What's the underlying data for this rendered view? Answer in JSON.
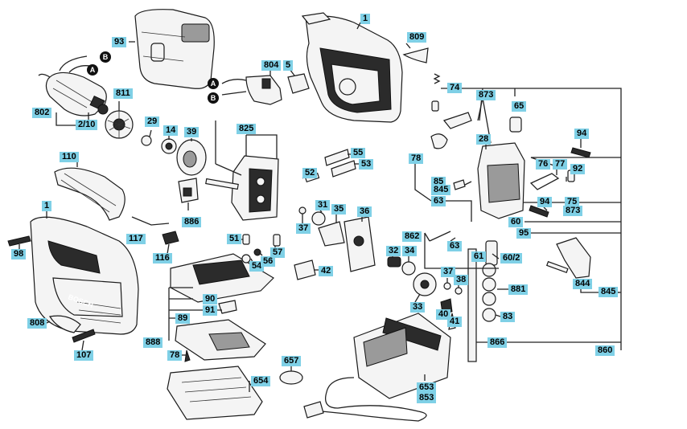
{
  "diagram": {
    "callouts": {
      "c93": "93",
      "c1_top": "1",
      "c809": "809",
      "c804": "804",
      "c5": "5",
      "c74": "74",
      "c873_a": "873",
      "c65": "65",
      "c802": "802",
      "c2_10": "2/10",
      "c811": "811",
      "c29": "29",
      "c14": "14",
      "c39": "39",
      "c825": "825",
      "c28": "28",
      "c94_a": "94",
      "c78_a": "78",
      "c55": "55",
      "c53": "53",
      "c52": "52",
      "c76": "76",
      "c77": "77",
      "c92": "92",
      "c110": "110",
      "c85": "85",
      "c845_a": "845",
      "c63_a": "63",
      "c75": "75",
      "c873_b": "873",
      "c94_b": "94",
      "c31": "31",
      "c35": "35",
      "c36": "36",
      "c37_a": "37",
      "c886": "886",
      "c1_left": "1",
      "c117": "117",
      "c862": "862",
      "c60": "60",
      "c95": "95",
      "c51": "51",
      "c57": "57",
      "c63_b": "63",
      "c98": "98",
      "c116": "116",
      "c54": "54",
      "c56": "56",
      "c32": "32",
      "c34": "34",
      "c42": "42",
      "c61": "61",
      "c60_2": "60/2",
      "c844": "844",
      "c845_b": "845",
      "c37_b": "37",
      "c38": "38",
      "c881": "881",
      "c90": "90",
      "c91": "91",
      "c33": "33",
      "c89": "89",
      "c40": "40",
      "c41": "41",
      "c83": "83",
      "c808": "808",
      "c888": "888",
      "c107": "107",
      "c78_b": "78",
      "c866": "866",
      "c860": "860",
      "c657": "657",
      "c654": "654",
      "c653": "653",
      "c853": "853"
    },
    "connectors": {
      "a_motor": "A",
      "b_motor": "B",
      "a_switch": "A",
      "b_switch": "B"
    },
    "brand_mark": "BOSCH"
  }
}
